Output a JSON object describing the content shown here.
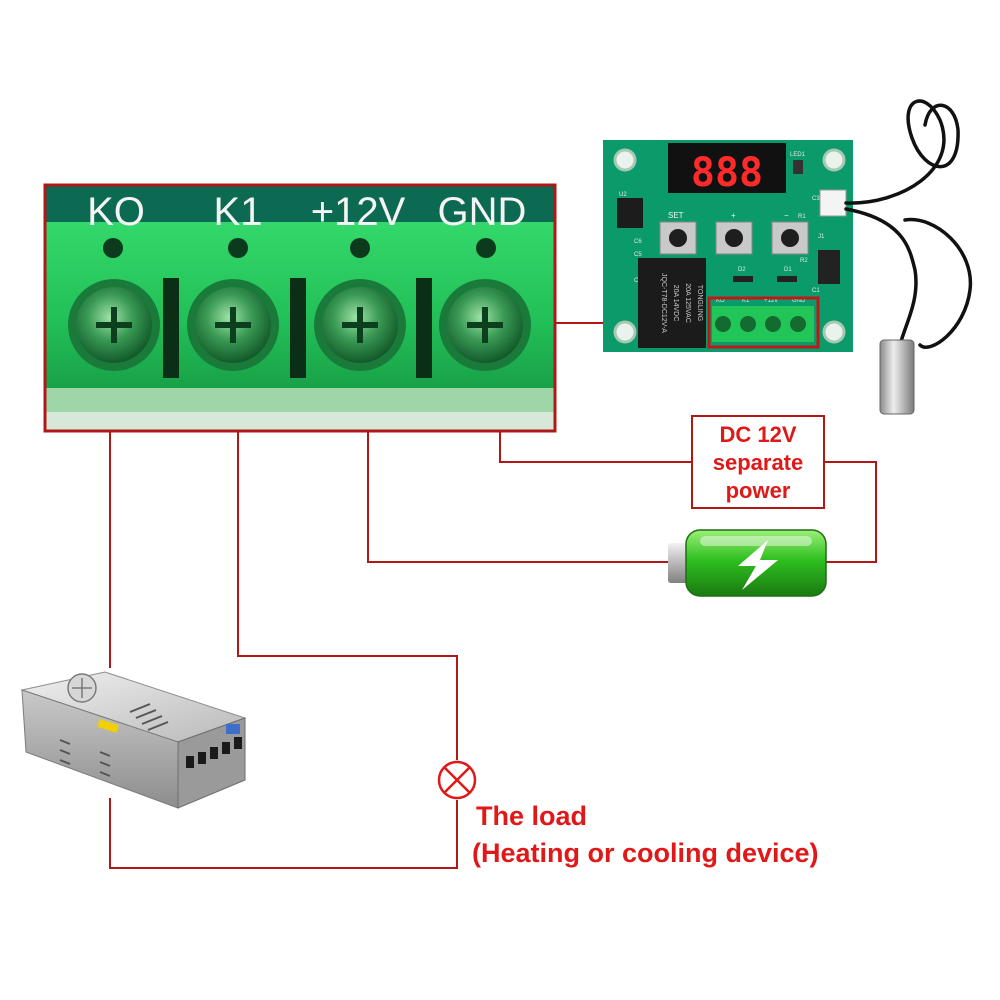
{
  "terminal_block": {
    "labels": [
      "KO",
      "K1",
      "+12V",
      "GND"
    ]
  },
  "module": {
    "display": "888",
    "buttons": [
      "SET",
      "+",
      "−"
    ],
    "silkscreen": {
      "led": "LED1",
      "ic": "U2",
      "c3": "C3",
      "r1": "R1",
      "c6": "C6",
      "c5": "C5",
      "c4": "C4",
      "d2": "D2",
      "d1": "D1",
      "r2": "R2",
      "c1": "C1",
      "j1": "J1",
      "terminals": [
        "KO",
        "K1",
        "+12V",
        "GND"
      ]
    },
    "relay": {
      "brand": "TONGLING",
      "line1": "20A  125VAC",
      "line2": "20A  14VDC",
      "line3": "JQC-T78-DC12V-A"
    }
  },
  "power_box": {
    "line1": "DC 12V",
    "line2": "separate",
    "line3": "power"
  },
  "load": {
    "line1": "The load",
    "line2": "(Heating or cooling device)"
  },
  "colors": {
    "wire": "#b01818",
    "label_red": "#e01818",
    "pcb_green": "#0b9a6a",
    "terminal_green": "#1fce5a",
    "battery_green": "#2ec21e"
  }
}
